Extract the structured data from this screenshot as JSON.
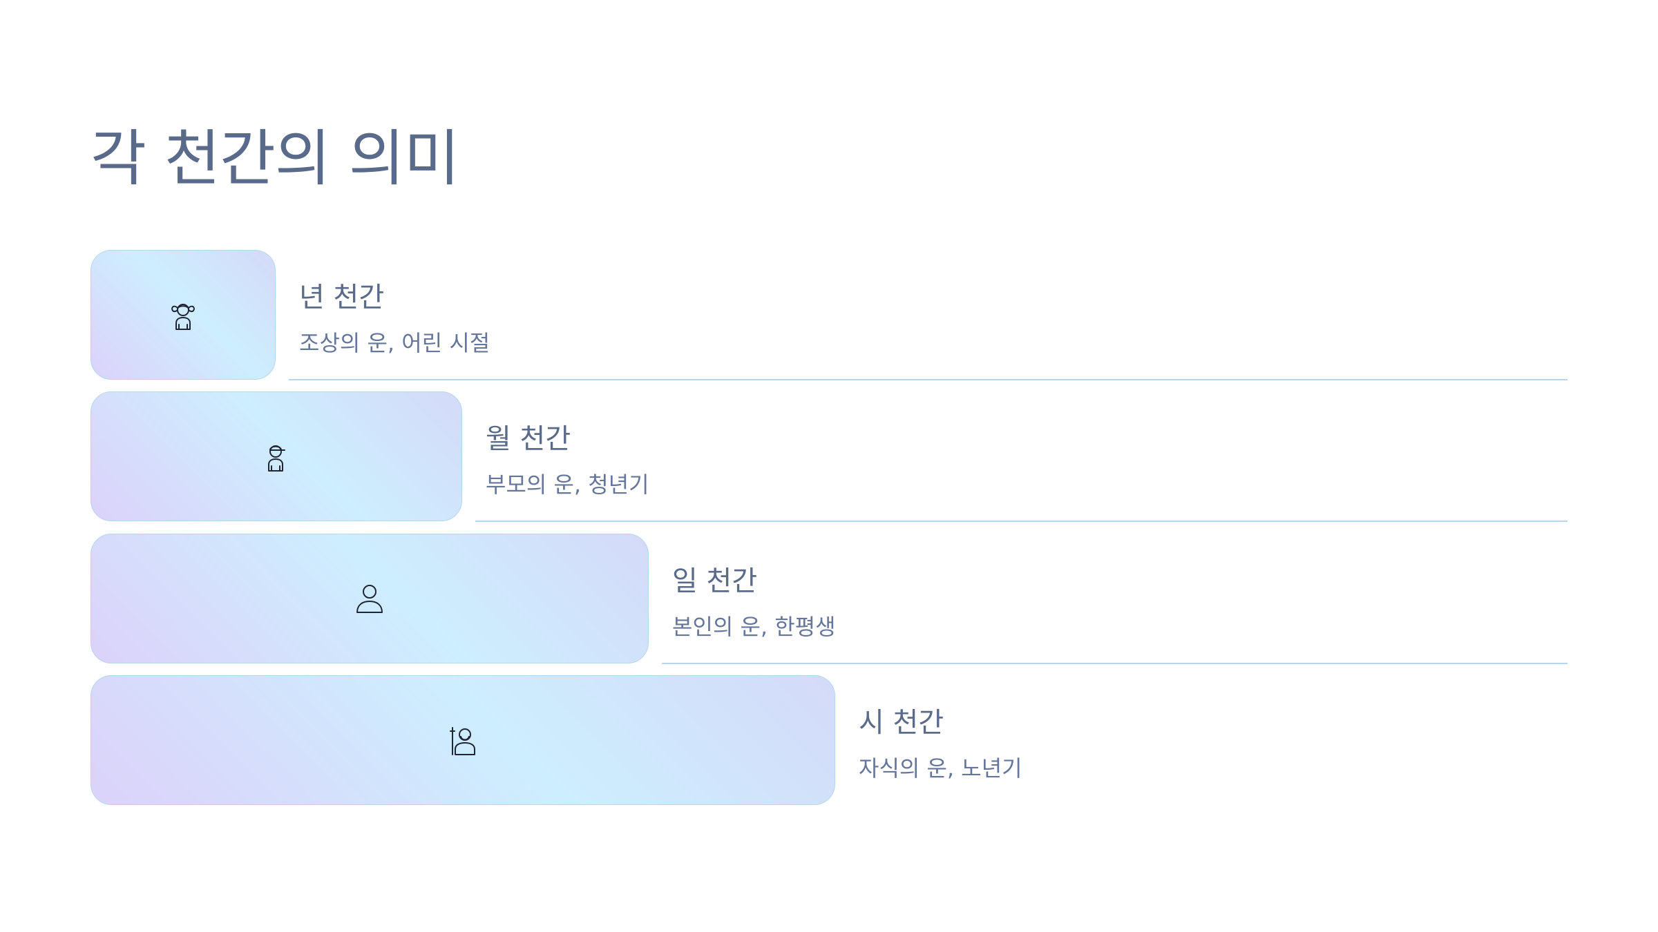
{
  "title": "각 천간의 의미",
  "rows": [
    {
      "title": "년 천간",
      "description": "조상의 운, 어린 시절",
      "icon": "girl-child-icon"
    },
    {
      "title": "월 천간",
      "description": "부모의 운, 청년기",
      "icon": "boy-cap-icon"
    },
    {
      "title": "일 천간",
      "description": "본인의 운, 한평생",
      "icon": "person-icon"
    },
    {
      "title": "시 천간",
      "description": "자식의 운, 노년기",
      "icon": "elder-with-cane-icon"
    }
  ],
  "colors": {
    "title_text": "#5a6a8a",
    "card_border": "#b6d6ec",
    "card_gradient": [
      "#d4daf8",
      "#cdeefe",
      "#dcd2fa"
    ],
    "icon_stroke": "#1f2535"
  }
}
